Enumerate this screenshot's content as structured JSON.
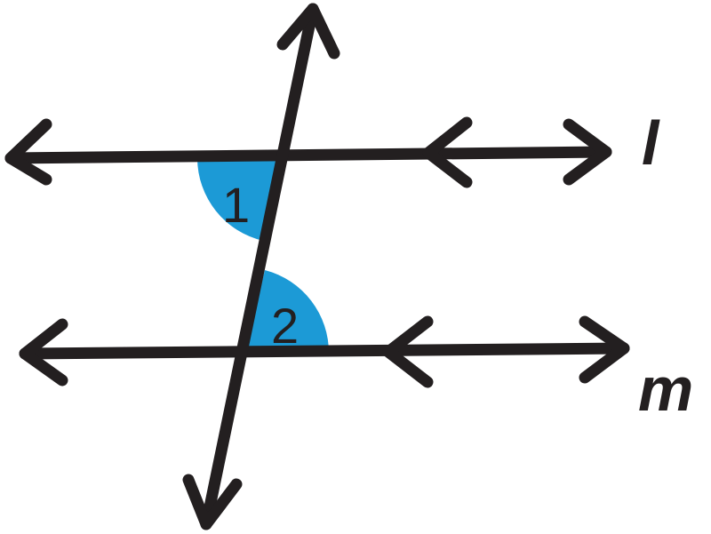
{
  "diagram": {
    "line_labels": {
      "top": "l",
      "bottom": "m"
    },
    "angle_labels": {
      "first": "1",
      "second": "2"
    },
    "colors": {
      "line": "#231f20",
      "angle_fill": "#1c9ad6",
      "background": "#ffffff"
    }
  }
}
